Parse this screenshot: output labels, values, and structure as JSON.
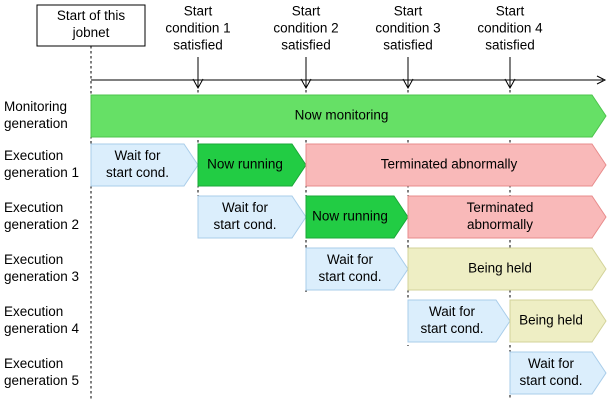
{
  "start_box": {
    "lines": [
      "Start of this",
      "jobnet"
    ]
  },
  "conditions": [
    {
      "lines": [
        "Start",
        "condition 1",
        "satisfied"
      ]
    },
    {
      "lines": [
        "Start",
        "condition 2",
        "satisfied"
      ]
    },
    {
      "lines": [
        "Start",
        "condition 3",
        "satisfied"
      ]
    },
    {
      "lines": [
        "Start",
        "condition 4",
        "satisfied"
      ]
    }
  ],
  "rows": [
    {
      "label": [
        "Monitoring",
        "generation"
      ]
    },
    {
      "label": [
        "Execution",
        "generation 1"
      ]
    },
    {
      "label": [
        "Execution",
        "generation 2"
      ]
    },
    {
      "label": [
        "Execution",
        "generation 3"
      ]
    },
    {
      "label": [
        "Execution",
        "generation 4"
      ]
    },
    {
      "label": [
        "Execution",
        "generation 5"
      ]
    }
  ],
  "states": {
    "monitoring": {
      "text": [
        "Now monitoring"
      ],
      "fill": "#66e066",
      "stroke": "#4cc44c"
    },
    "wait": {
      "text": [
        "Wait for",
        "start cond."
      ],
      "fill": "#dbeefc",
      "stroke": "#a9cdea"
    },
    "running": {
      "text": [
        "Now running"
      ],
      "fill": "#22cc44",
      "stroke": "#1aa838"
    },
    "abnormal": {
      "text": [
        "Terminated abnormally"
      ],
      "fill": "#f9b9b9",
      "stroke": "#e88c8c"
    },
    "abnormal_wrapped": {
      "text": [
        "Terminated",
        "abnormally"
      ],
      "fill": "#f9b9b9",
      "stroke": "#e88c8c"
    },
    "held": {
      "text": [
        "Being held"
      ],
      "fill": "#eeeec4",
      "stroke": "#d3d39a"
    }
  },
  "bars": [
    {
      "row": 0,
      "state": "monitoring",
      "from": 0,
      "to": 5
    },
    {
      "row": 1,
      "state": "wait",
      "from": 0,
      "to": 1
    },
    {
      "row": 1,
      "state": "running",
      "from": 1,
      "to": 2
    },
    {
      "row": 1,
      "state": "abnormal",
      "from": 2,
      "to": 5
    },
    {
      "row": 2,
      "state": "wait",
      "from": 1,
      "to": 2
    },
    {
      "row": 2,
      "state": "running",
      "from": 2,
      "to": 3
    },
    {
      "row": 2,
      "state": "abnormal_wrapped",
      "from": 3,
      "to": 5
    },
    {
      "row": 3,
      "state": "wait",
      "from": 2,
      "to": 3
    },
    {
      "row": 3,
      "state": "held",
      "from": 3,
      "to": 5
    },
    {
      "row": 4,
      "state": "wait",
      "from": 3,
      "to": 4
    },
    {
      "row": 4,
      "state": "held",
      "from": 4,
      "to": 5
    },
    {
      "row": 5,
      "state": "wait",
      "from": 4,
      "to": 5
    }
  ]
}
